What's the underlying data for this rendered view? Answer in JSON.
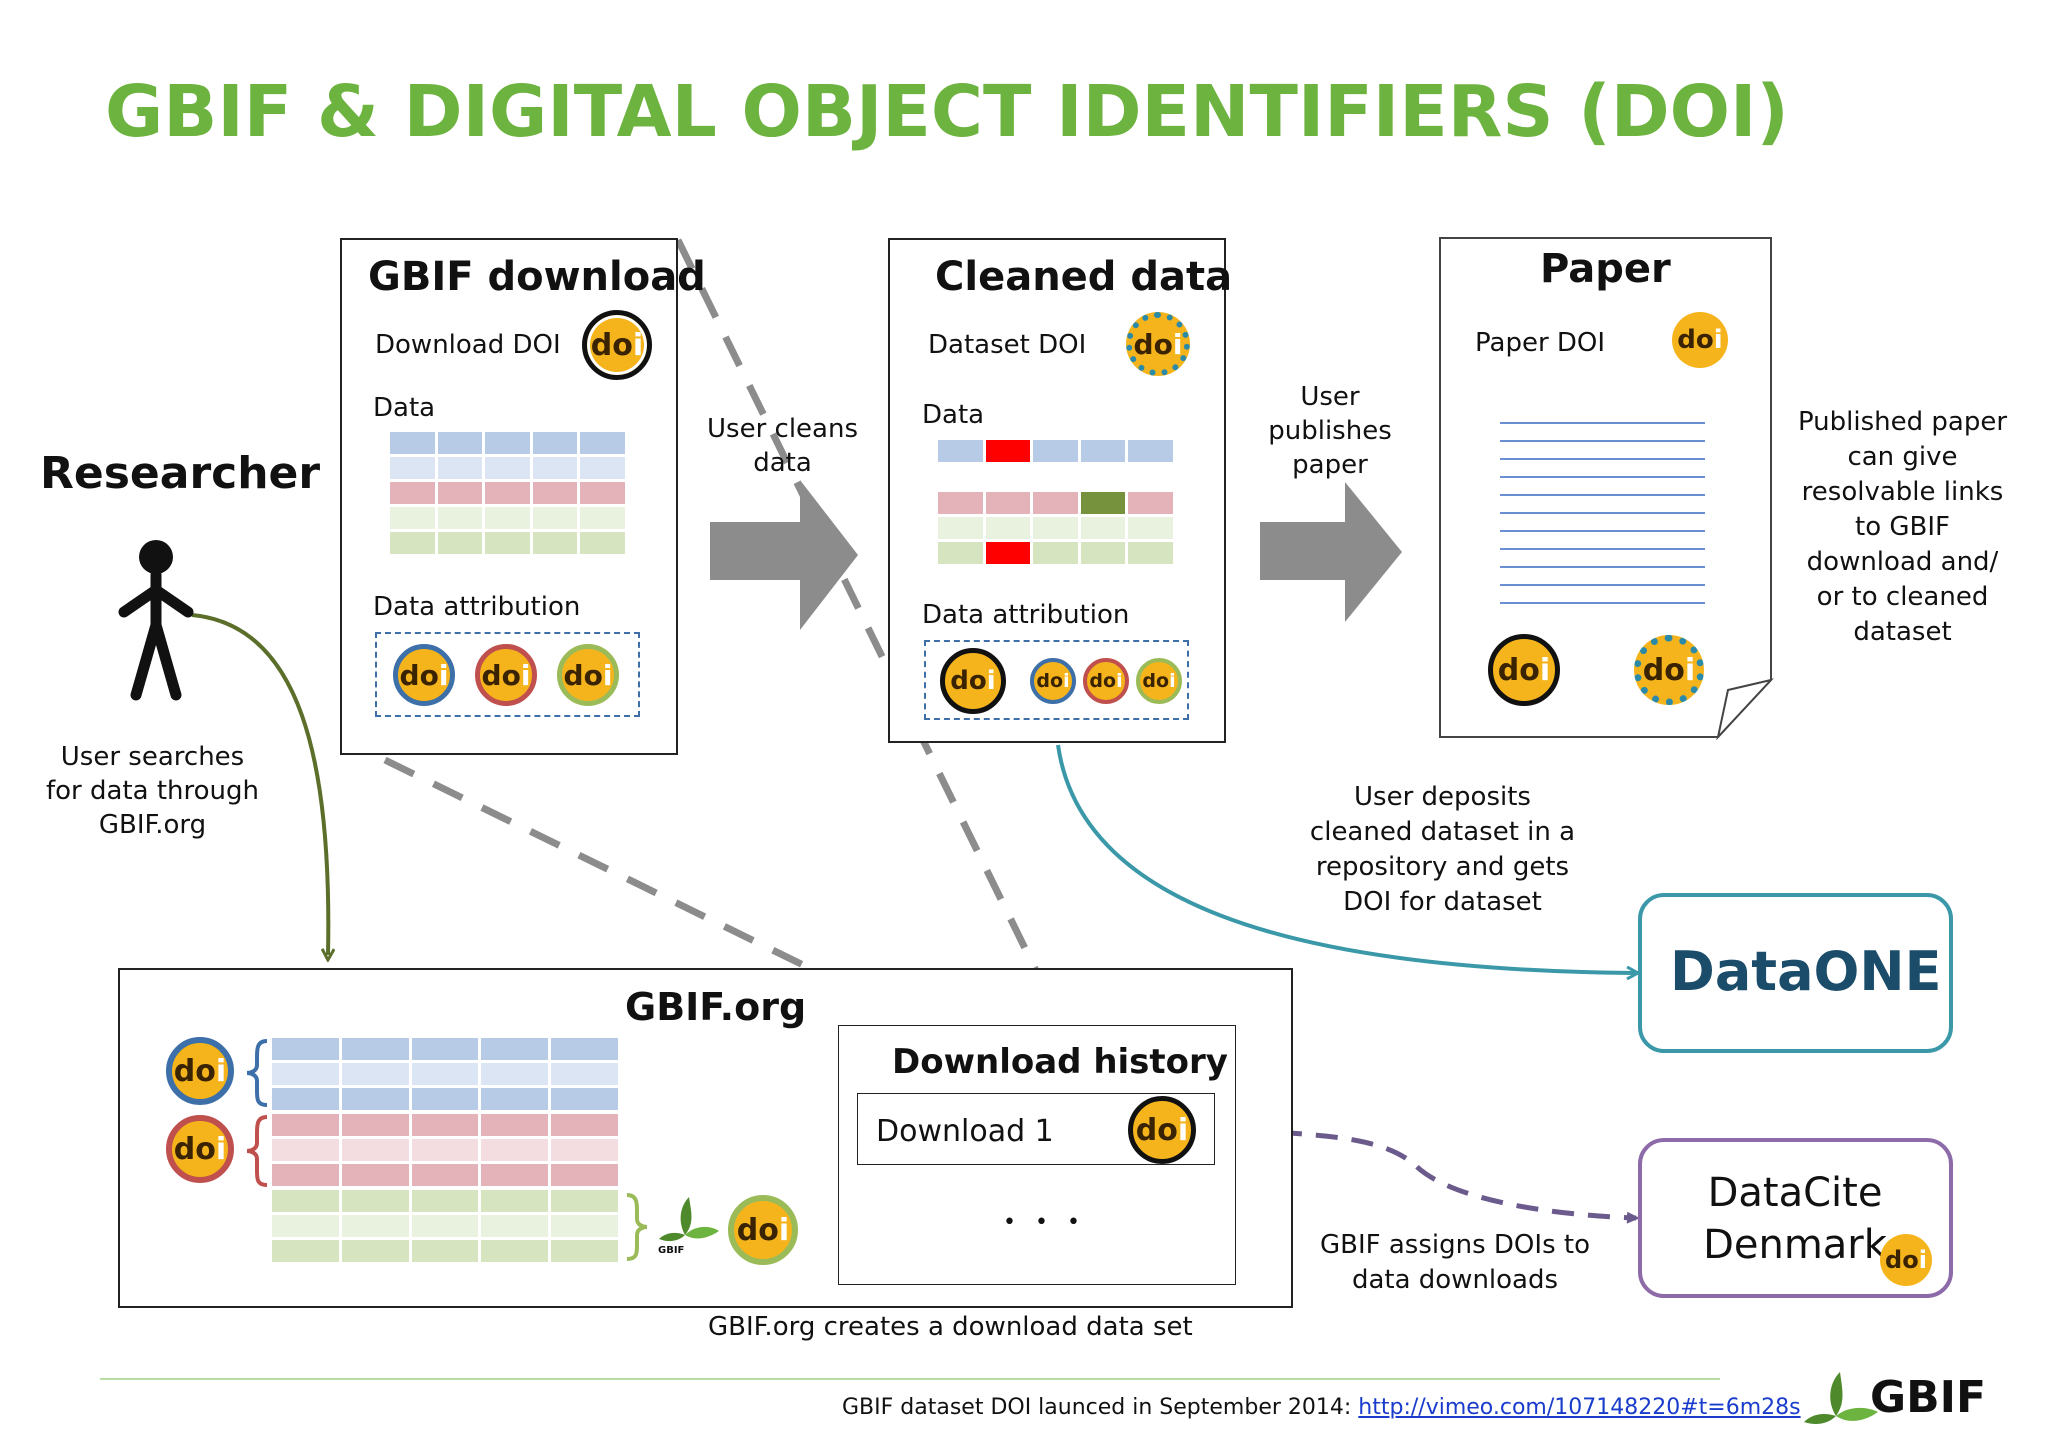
{
  "title": "GBIF & DIGITAL OBJECT IDENTIFIERS (DOI)",
  "researcher": {
    "label": "Researcher",
    "caption": "User searches for data through GBIF.org"
  },
  "gbif_download": {
    "title": "GBIF download",
    "doi_label": "Download DOI",
    "data_label": "Data",
    "attribution_label": "Data attribution"
  },
  "cleaned_data": {
    "title": "Cleaned data",
    "doi_label": "Dataset DOI",
    "data_label": "Data",
    "attribution_label": "Data attribution"
  },
  "paper": {
    "title": "Paper",
    "doi_label": "Paper DOI"
  },
  "steps": {
    "user_cleans": "User cleans data",
    "user_publishes": "User publishes paper",
    "published_paper": "Published paper can give resolvable links to GBIF download and/ or to cleaned dataset",
    "user_deposits": "User deposits cleaned dataset in a repository and gets DOI for dataset",
    "gbif_assigns": "GBIF assigns DOIs to data downloads",
    "gbif_creates": "GBIF.org creates a download data set"
  },
  "gbif_org": {
    "title": "GBIF.org",
    "history_title": "Download history",
    "download_item": "Download 1",
    "ellipsis": "• • •",
    "small_logo_text": "GBIF"
  },
  "repositories": {
    "dataone": "DataONE",
    "datacite_line1": "DataCite",
    "datacite_line2": "Denmark"
  },
  "doi_badge": {
    "d": "d",
    "o": "o",
    "i": "i"
  },
  "footer": {
    "text": "GBIF dataset DOI launced in September 2014: ",
    "link": "http://vimeo.com/107148220#t=6m28s",
    "logo": "GBIF"
  },
  "colors": {
    "title_green": "#6db33f",
    "doi_orange": "#f5b41c",
    "blue_row": "#b8cbe6",
    "red_row": "#e3b3b9",
    "green_row": "#d6e5c0",
    "highlight_red": "#ff0000",
    "highlight_green": "#76923c",
    "arrow_gray": "#8c8c8c",
    "dataone_teal": "#3a98a8",
    "datacite_purple": "#8d6aa8"
  }
}
